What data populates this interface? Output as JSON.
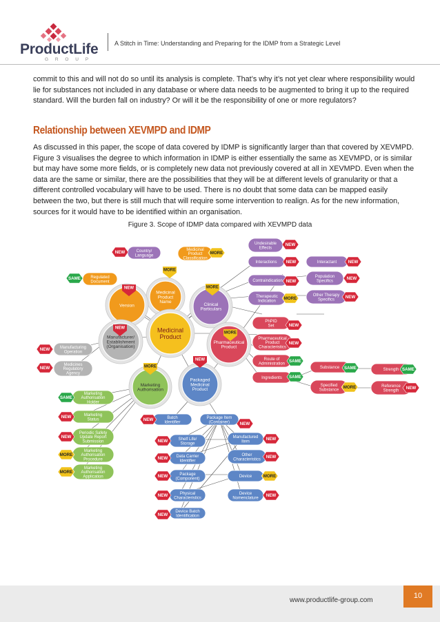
{
  "header": {
    "logo_text": "ProductLife",
    "logo_subtext": "G R O U P",
    "title": "A Stitch in Time: Understanding and Preparing for the IDMP from a Strategic Level"
  },
  "body": {
    "paragraph1": "commit to this and will not do so until its analysis is complete. That’s why it’s not yet clear where responsibility would lie for substances not included in any database or where data needs to be augmented to bring it up to the required standard. Will the burden fall on industry? Or will it be the responsibility of one or more regulators?",
    "section_heading": "Relationship between XEVMPD and IDMP",
    "paragraph2": "As discussed in this paper, the scope of data covered by IDMP is significantly larger than that covered by XEVMPD. Figure 3 visualises the degree to which information in IDMP is either essentially the same as XEVMPD, or is similar but may have some more fields, or is completely new data not previously covered at all in XEVMPD. Even when the data are the same or similar, there are the possibilities that they will be at different levels of granularity or that a different controlled vocabulary will have to be used. There is no doubt that some data can be mapped easily between the two, but there is still much that will require some intervention to realign. As for the new information, sources for it would have to be identified within an organisation.",
    "figure_caption": "Figure 3. Scope of IDMP data compared with XEVMPD data"
  },
  "diagram": {
    "colors": {
      "new": "#d6283a",
      "same": "#2aa84a",
      "more": "#f1c21b",
      "central": "#f5c01e",
      "orange": "#f19a1c",
      "purple": "#9c73b8",
      "red": "#d9475a",
      "green": "#8fc35a",
      "blue": "#5d86c6",
      "grey": "#b4b4b4"
    },
    "circles": {
      "center": "Medicinal\nProduct",
      "name": "Medicinal\nProduct\nName",
      "version": "Version",
      "clinical": "Clinical\nParticulars",
      "manufacturer": "Manufacturer/\nEstablishment\n(Organisation)",
      "pharmaceutical": "Pharmaceutical\nProduct",
      "marketing": "Marketing\nAuthorisation",
      "packaged": "Packaged\nMedicinal\nProduct"
    },
    "boxes": {
      "country": "Country/\nLanguage",
      "classification": "Medicinal\nProduct\nClassification",
      "regulated": "Regulated\nDocument",
      "undesirable": "Undesirable\nEffects",
      "interactions": "Interactions",
      "interactant": "Interactant",
      "contraindication": "Contraindication",
      "population": "Population\nSpecifics",
      "therapeutic": "Therapeutic\nIndication",
      "other_therapy": "Other Therapy\nSpecifics",
      "phpid": "PhPID\nSet",
      "pharm_char": "Pharmaceutical\nProduct\nCharacteristics",
      "route": "Route of\nAdministration",
      "ingredients": "Ingredients",
      "substance": "Substance",
      "strength": "Strength",
      "specified_substance": "Specified\nSubstance",
      "reference_strength": "Reference\nStrength",
      "mfg_operation": "Manufacturing\nOperation",
      "medicines_reg": "Medicines\nRegulatory\nAgency",
      "ma_holder": "Marketing\nAuthorisation\nHolder",
      "ma_status": "Marketing\nStatus",
      "psur": "Periodic Safety\nUpdate Report\nSubmission",
      "ma_procedure": "Marketing\nAuthorisation\nProcedure",
      "ma_application": "Marketing\nAuthorisation\nApplication",
      "batch": "Batch\nIdentifier",
      "package_item": "Package Item\n(Container)",
      "shelf_life": "Shelf Life/\nStorage",
      "data_carrier": "Data Carrier\nIdentifier",
      "package_component": "Package\n(Component)",
      "physical": "Physical\nCharacteristics",
      "device_batch": "Device Batch\nIdentification",
      "manufactured_item": "Manufactured\nItem",
      "other_char": "Other\nCharacteristics",
      "device": "Device",
      "device_nomenclature": "Device\nNomenclature"
    },
    "tags": {
      "new": "NEW",
      "same": "SAME",
      "more": "MORE"
    }
  },
  "footer": {
    "url": "www.productlife-group.com",
    "page_number": "10"
  }
}
